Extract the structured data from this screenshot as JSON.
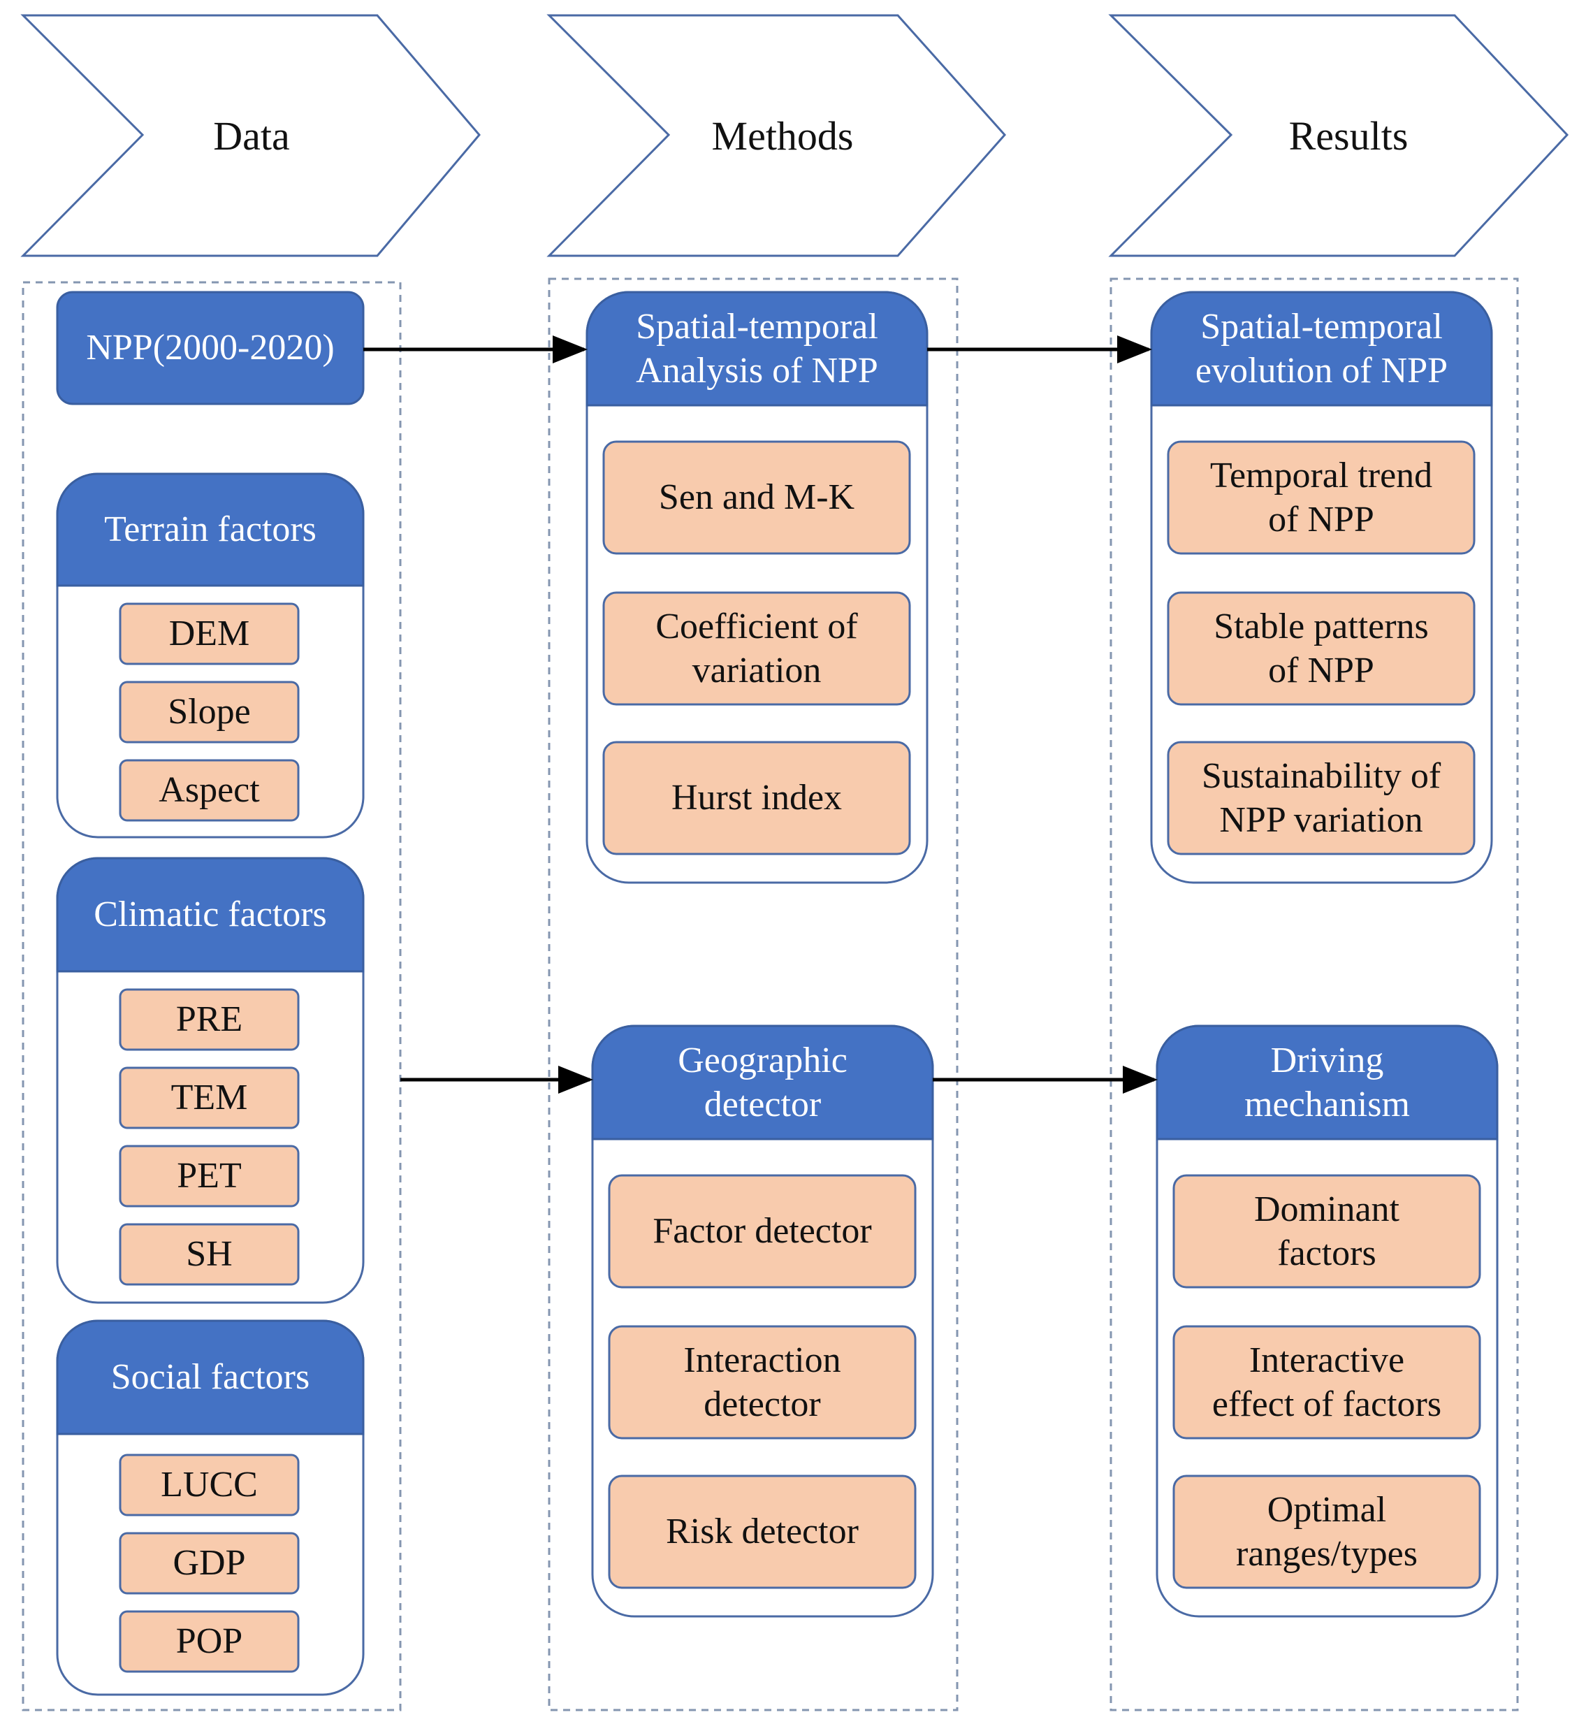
{
  "colors": {
    "header_blue": "#4472c4",
    "header_border": "#3a5fa0",
    "item_orange": "#f8cbad",
    "outline": "#4a6aa5",
    "dashed": "#8496b0",
    "arrow": "#000000"
  },
  "stages": [
    {
      "label": "Data"
    },
    {
      "label": "Methods"
    },
    {
      "label": "Results"
    }
  ],
  "data_column": {
    "npp": "NPP(2000-2020)",
    "groups": [
      {
        "title": "Terrain factors",
        "items": [
          "DEM",
          "Slope",
          "Aspect"
        ]
      },
      {
        "title": "Climatic factors",
        "items": [
          "PRE",
          "TEM",
          "PET",
          "SH"
        ]
      },
      {
        "title": "Social factors",
        "items": [
          "LUCC",
          "GDP",
          "POP"
        ]
      }
    ]
  },
  "methods_column": {
    "groups": [
      {
        "title": "Spatial-temporal\nAnalysis of NPP",
        "items": [
          "Sen and M-K",
          "Coefficient of\nvariation",
          "Hurst index"
        ]
      },
      {
        "title": "Geographic\ndetector",
        "items": [
          "Factor detector",
          "Interaction\ndetector",
          "Risk detector"
        ]
      }
    ]
  },
  "results_column": {
    "groups": [
      {
        "title": "Spatial-temporal\nevolution of NPP",
        "items": [
          "Temporal trend\nof NPP",
          "Stable patterns\nof NPP",
          "Sustainability of\nNPP variation"
        ]
      },
      {
        "title": "Driving\nmechanism",
        "items": [
          "Dominant\nfactors",
          "Interactive\neffect of factors",
          "Optimal\nranges/types"
        ]
      }
    ]
  }
}
